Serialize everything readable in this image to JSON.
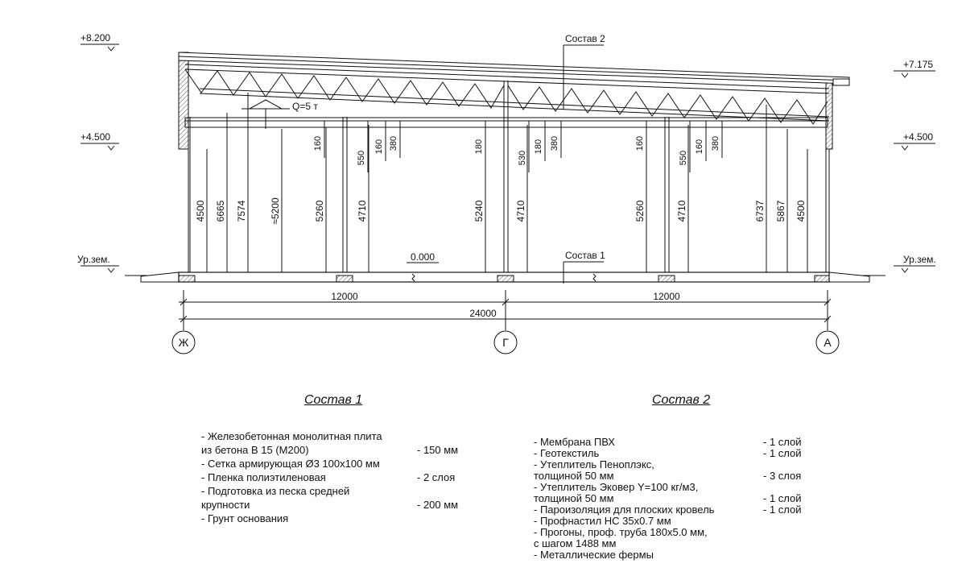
{
  "levels": {
    "top_left": "+8.200",
    "top_right": "+7.175",
    "mid_left": "+4.500",
    "mid_right": "+4.500",
    "ground_left": "Ур.зем.",
    "ground_right": "Ур.зем.",
    "zero": "0.000"
  },
  "callouts": {
    "roof": "Состав 2",
    "floor": "Состав 1",
    "crane": "Q=5 т"
  },
  "dimensions": {
    "vertical": [
      "4500",
      "6665",
      "7574",
      "≈5200",
      "5260",
      "4710",
      "5240",
      "4710",
      "5260",
      "4710",
      "6737",
      "5867",
      "4500"
    ],
    "small": [
      "160",
      "550",
      "160",
      "380",
      "180",
      "530",
      "180",
      "380",
      "160",
      "550",
      "160",
      "380"
    ],
    "spans": [
      "12000",
      "12000"
    ],
    "total": "24000"
  },
  "axes": [
    "Ж",
    "Г",
    "А"
  ],
  "composition1": {
    "title": "Состав 1",
    "rows": [
      {
        "text": "- Железобетонная  монолитная плита",
        "value": ""
      },
      {
        "text": "  из бетона В 15 (М200)",
        "value": "- 150 мм"
      },
      {
        "text": "- Сетка армирующая Ø3 100x100 мм",
        "value": ""
      },
      {
        "text": "- Пленка полиэтиленовая",
        "value": "-  2 слоя"
      },
      {
        "text": "- Подготовка из песка средней",
        "value": ""
      },
      {
        "text": "  крупности",
        "value": "- 200 мм"
      },
      {
        "text": "- Грунт основания",
        "value": ""
      }
    ]
  },
  "composition2": {
    "title": "Состав 2",
    "rows": [
      {
        "text": "- Мембрана ПВХ",
        "value": "- 1 слой"
      },
      {
        "text": "- Геотекстиль",
        "value": "- 1 слой"
      },
      {
        "text": "- Утеплитель Пеноплэкс,",
        "value": ""
      },
      {
        "text": "  толщиной 50 мм",
        "value": "- 3 слоя"
      },
      {
        "text": "- Утеплитель Эковер Y=100 кг/м3,",
        "value": ""
      },
      {
        "text": "  толщиной 50 мм",
        "value": "- 1 слой"
      },
      {
        "text": "- Пароизоляция для плоских кровель",
        "value": "- 1 слой"
      },
      {
        "text": "- Профнастил НС 35x0.7 мм",
        "value": ""
      },
      {
        "text": "- Прогоны, проф. труба 180x5.0 мм,",
        "value": ""
      },
      {
        "text": "  с шагом 1488 мм",
        "value": ""
      },
      {
        "text": "- Металлические фермы",
        "value": ""
      }
    ]
  }
}
